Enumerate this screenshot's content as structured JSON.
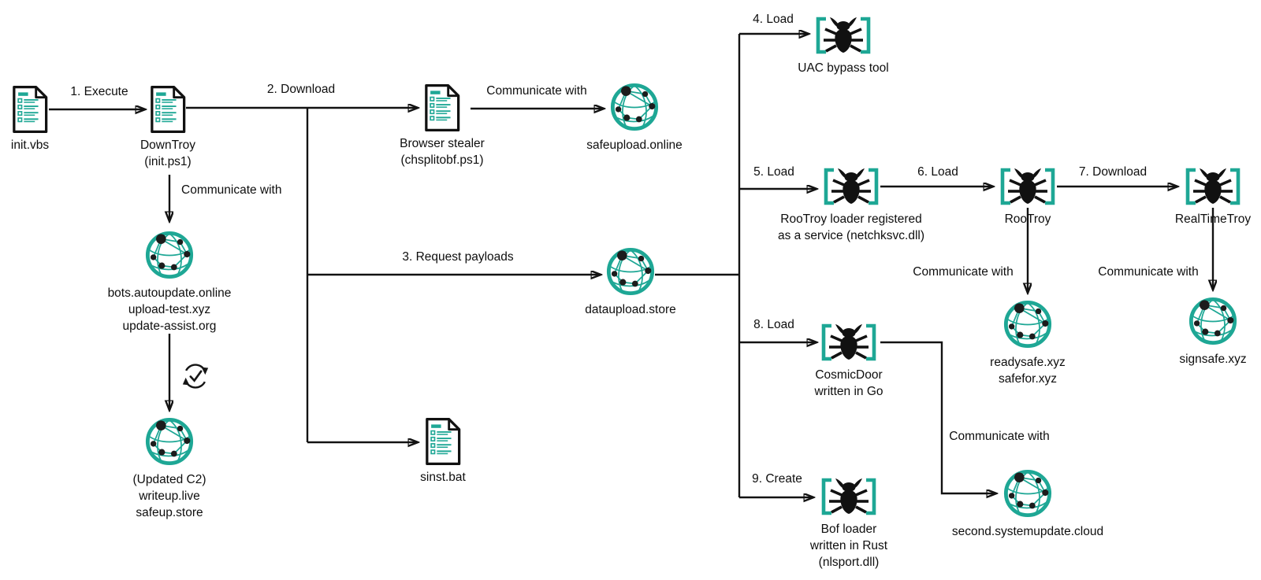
{
  "colors": {
    "accent_teal": "#1ea795",
    "ink": "#121212",
    "background": "#ffffff"
  },
  "nodes": {
    "init_vbs": {
      "icon": "document-icon",
      "lines": [
        "init.vbs"
      ]
    },
    "downtroy": {
      "icon": "document-icon",
      "lines": [
        "DownTroy",
        "(init.ps1)"
      ]
    },
    "browser_stealer": {
      "icon": "document-icon",
      "lines": [
        "Browser stealer",
        "(chsplitobf.ps1)"
      ]
    },
    "safeupload": {
      "icon": "globe-network-icon",
      "lines": [
        "safeupload.online"
      ]
    },
    "bots_c2": {
      "icon": "globe-network-icon",
      "lines": [
        "bots.autoupdate.online",
        "upload-test.xyz",
        "update-assist.org"
      ]
    },
    "updated_c2": {
      "icon": "globe-network-icon",
      "lines": [
        "(Updated C2)",
        "writeup.live",
        "safeup.store"
      ]
    },
    "dataupload": {
      "icon": "globe-network-icon",
      "lines": [
        "dataupload.store"
      ]
    },
    "sinst_bat": {
      "icon": "document-icon",
      "lines": [
        "sinst.bat"
      ]
    },
    "uac_bypass": {
      "icon": "malware-bug-icon",
      "lines": [
        "UAC bypass tool"
      ]
    },
    "rootroy_loader": {
      "icon": "malware-bug-icon",
      "lines": [
        "RooTroy loader registered",
        "as a service (netchksvc.dll)"
      ]
    },
    "rootroy": {
      "icon": "malware-bug-icon",
      "lines": [
        "RooTroy"
      ]
    },
    "realtimetroy": {
      "icon": "malware-bug-icon",
      "lines": [
        "RealTimeTroy"
      ]
    },
    "readysafe": {
      "icon": "globe-network-icon",
      "lines": [
        "readysafe.xyz",
        "safefor.xyz"
      ]
    },
    "signsafe": {
      "icon": "globe-network-icon",
      "lines": [
        "signsafe.xyz"
      ]
    },
    "cosmicdoor": {
      "icon": "malware-bug-icon",
      "lines": [
        "CosmicDoor",
        "written in Go"
      ]
    },
    "bof_loader": {
      "icon": "malware-bug-icon",
      "lines": [
        "Bof loader",
        "written in Rust",
        "(nlsport.dll)"
      ]
    },
    "second_cloud": {
      "icon": "globe-network-icon",
      "lines": [
        "second.systemupdate.cloud"
      ]
    }
  },
  "edge_labels": {
    "execute": "1. Execute",
    "download": "2. Download",
    "request_payloads": "3. Request payloads",
    "load4": "4. Load",
    "load5": "5. Load",
    "load6": "6. Load",
    "download7": "7. Download",
    "load8": "8. Load",
    "create9": "9. Create",
    "communicate_browser": "Communicate with",
    "communicate_downtroy": "Communicate with",
    "communicate_rootroy": "Communicate with",
    "communicate_realtimetroy": "Communicate with",
    "communicate_cosmicdoor": "Communicate with"
  }
}
